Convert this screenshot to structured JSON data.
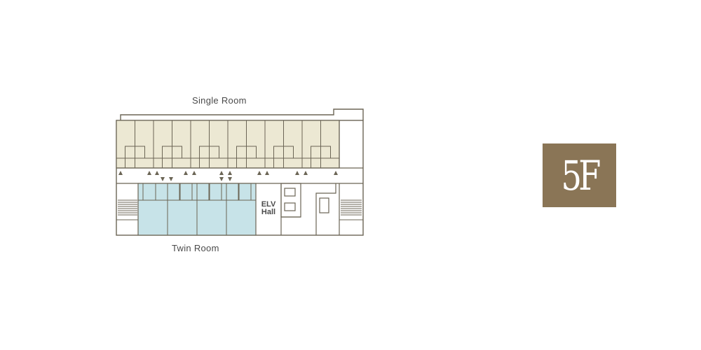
{
  "labels": {
    "single_room": "Single Room",
    "twin_room": "Twin Room",
    "elv_hall_line1": "ELV",
    "elv_hall_line2": "Hall"
  },
  "floor_badge": {
    "text": "5F"
  },
  "colors": {
    "single_room_fill": "#ece8d3",
    "twin_room_fill": "#c7e3e8",
    "wall_stroke": "#6b6555",
    "badge_bg": "#8a7556"
  }
}
